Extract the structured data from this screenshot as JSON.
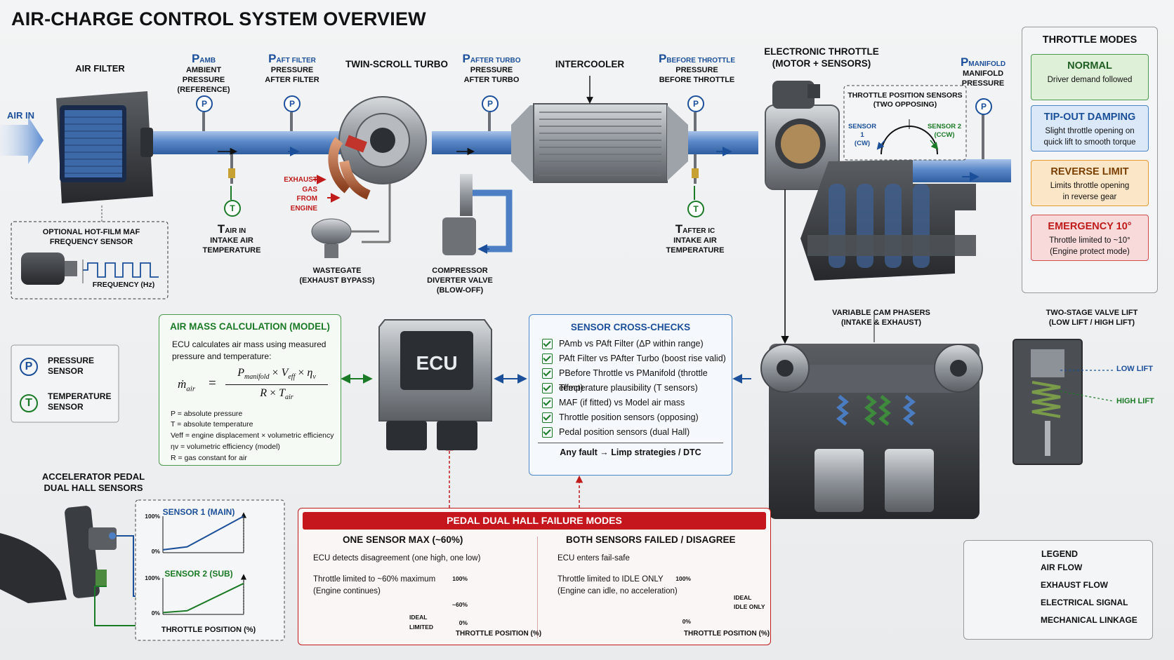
{
  "title": "AIR-CHARGE CONTROL SYSTEM OVERVIEW",
  "components": {
    "air_in": "AIR IN",
    "air_filter": "AIR FILTER",
    "turbo": "TWIN-SCROLL TURBO",
    "intercooler": "INTERCOOLER",
    "throttle_l1": "ELECTRONIC THROTTLE",
    "throttle_l2": "(MOTOR + SENSORS)",
    "exhaust_l1": "EXHAUST",
    "exhaust_l2": "GAS",
    "exhaust_l3": "FROM ENGINE",
    "wastegate_l1": "WASTEGATE",
    "wastegate_l2": "(EXHAUST BYPASS)",
    "cdv_l1": "COMPRESSOR",
    "cdv_l2": "DIVERTER VALVE",
    "cdv_l3": "(BLOW-OFF)",
    "tps_title_l1": "THROTTLE POSITION SENSORS",
    "tps_title_l2": "(TWO OPPOSING)",
    "tps_s1_l1": "SENSOR 1",
    "tps_s1_l2": "(CW)",
    "tps_s2_l1": "SENSOR 2",
    "tps_s2_l2": "(CCW)",
    "cam_l1": "VARIABLE CAM PHASERS",
    "cam_l2": "(INTAKE & EXHAUST)",
    "valve_l1": "TWO-STAGE VALVE LIFT",
    "valve_l2": "(LOW LIFT / HIGH LIFT)",
    "low_lift": "LOW LIFT",
    "high_lift": "HIGH LIFT",
    "ecu": "ECU"
  },
  "sensors": {
    "p_amb": {
      "sym": "P",
      "sub": "AMB",
      "l1": "AMBIENT PRESSURE",
      "l2": "(REFERENCE)"
    },
    "p_aft_filter": {
      "sym": "P",
      "sub": "AFT FILTER",
      "l1": "PRESSURE",
      "l2": "AFTER FILTER"
    },
    "p_after_turbo": {
      "sym": "P",
      "sub": "AFTER TURBO",
      "l1": "PRESSURE",
      "l2": "AFTER TURBO"
    },
    "p_before_throttle": {
      "sym": "P",
      "sub": "BEFORE THROTTLE",
      "l1": "PRESSURE",
      "l2": "BEFORE THROTTLE"
    },
    "p_manifold": {
      "sym": "P",
      "sub": "MANIFOLD",
      "l1": "MANIFOLD",
      "l2": "PRESSURE"
    },
    "t_air_in": {
      "sym": "T",
      "sub": "AIR IN",
      "l1": "INTAKE AIR",
      "l2": "TEMPERATURE"
    },
    "t_after_ic": {
      "sym": "T",
      "sub": "AFTER IC",
      "l1": "INTAKE AIR",
      "l2": "TEMPERATURE"
    },
    "p_letter": "P",
    "t_letter": "T"
  },
  "maf": {
    "l1": "OPTIONAL HOT-FILM MAF",
    "l2": "FREQUENCY SENSOR",
    "freq": "FREQUENCY (Hz)"
  },
  "key": {
    "pressure_l1": "PRESSURE",
    "pressure_l2": "SENSOR",
    "temp_l1": "TEMPERATURE",
    "temp_l2": "SENSOR"
  },
  "model": {
    "title": "AIR MASS CALCULATION (MODEL)",
    "intro_l1": "ECU calculates air mass using measured",
    "intro_l2": "pressure and temperature:",
    "lhs_m": "ṁ",
    "lhs_sub": "air",
    "eq": "=",
    "num_p": "P",
    "num_p_sub": "manifold",
    "times": "×",
    "num_v": "V",
    "num_v_sub": "eff",
    "num_eta": "η",
    "num_eta_sub": "v",
    "den_r": "R",
    "den_t": "T",
    "den_t_sub": "air",
    "defs": [
      "P  =  absolute pressure",
      "T  =  absolute temperature",
      "Veff = engine displacement × volumetric efficiency",
      "ηv = volumetric efficiency (model)",
      "R  =  gas constant for air"
    ]
  },
  "cross_checks": {
    "title": "SENSOR CROSS-CHECKS",
    "items": [
      "PAmb vs PAft Filter (ΔP within range)",
      "PAft Filter vs PAfter Turbo (boost rise valid)",
      "PBefore Throttle vs PManifold (throttle effect)",
      "Temperature plausibility (T sensors)",
      "MAF (if fitted) vs Model air mass",
      "Throttle position sensors (opposing)",
      "Pedal position sensors (dual Hall)"
    ],
    "footer": "Any fault → Limp strategies / DTC"
  },
  "throttle_modes": {
    "title": "THROTTLE MODES",
    "modes": [
      {
        "name": "NORMAL",
        "desc_l1": "Driver demand followed",
        "desc_l2": "",
        "border": "#4c9a4f",
        "bg": "#dff0d8",
        "fg": "#1f5e22"
      },
      {
        "name": "TIP-OUT DAMPING",
        "desc_l1": "Slight throttle opening on",
        "desc_l2": "quick lift to smooth torque",
        "border": "#4a86c9",
        "bg": "#dbe8f7",
        "fg": "#1b4f9a"
      },
      {
        "name": "REVERSE LIMIT",
        "desc_l1": "Limits throttle opening",
        "desc_l2": "in reverse gear",
        "border": "#e39a33",
        "bg": "#fbe7c7",
        "fg": "#7a3f00"
      },
      {
        "name": "EMERGENCY 10°",
        "desc_l1": "Throttle limited to ~10°",
        "desc_l2": "(Engine protect mode)",
        "border": "#d24a4a",
        "bg": "#f8dada",
        "fg": "#c01b1b"
      }
    ]
  },
  "pedal": {
    "title_l1": "ACCELERATOR PEDAL",
    "title_l2": "DUAL HALL SENSORS",
    "sensor1": "SENSOR 1 (MAIN)",
    "sensor2": "SENSOR 2 (SUB)",
    "y_top": "100%",
    "y_bottom": "0%",
    "xlabel": "THROTTLE POSITION (%)"
  },
  "failure": {
    "title": "PEDAL DUAL HALL FAILURE MODES",
    "one": {
      "title": "ONE SENSOR MAX (~60%)",
      "l1": "ECU detects disagreement (one high, one low)",
      "l2": "Throttle limited to ~60% maximum",
      "l3": "(Engine continues)",
      "y_top": "100%",
      "y_mid": "~60%",
      "y_bottom": "0%",
      "ideal": "IDEAL",
      "limited": "LIMITED",
      "xlabel": "THROTTLE POSITION (%)"
    },
    "both": {
      "title": "BOTH SENSORS FAILED / DISAGREE",
      "l1": "ECU enters fail-safe",
      "l2": "Throttle limited to IDLE ONLY",
      "l3": "(Engine can idle, no acceleration)",
      "y_top": "100%",
      "y_bottom": "0%",
      "ideal": "IDEAL",
      "idle_only": "IDLE ONLY",
      "xlabel": "THROTTLE POSITION (%)"
    }
  },
  "legend": {
    "title": "LEGEND",
    "items": [
      {
        "label": "AIR FLOW",
        "color": "#1b4f9a",
        "dash": false
      },
      {
        "label": "EXHAUST FLOW",
        "color": "#c01b1b",
        "dash": false
      },
      {
        "label": "ELECTRICAL SIGNAL",
        "color": "#111111",
        "dash": false
      },
      {
        "label": "MECHANICAL LINKAGE",
        "color": "#111111",
        "dash": true
      }
    ]
  },
  "colors": {
    "air": "#4d7fc4",
    "air_dark": "#1b4f9a",
    "exhaust": "#c01b1b",
    "green": "#1a7a25",
    "metal": "#8a8f96"
  }
}
